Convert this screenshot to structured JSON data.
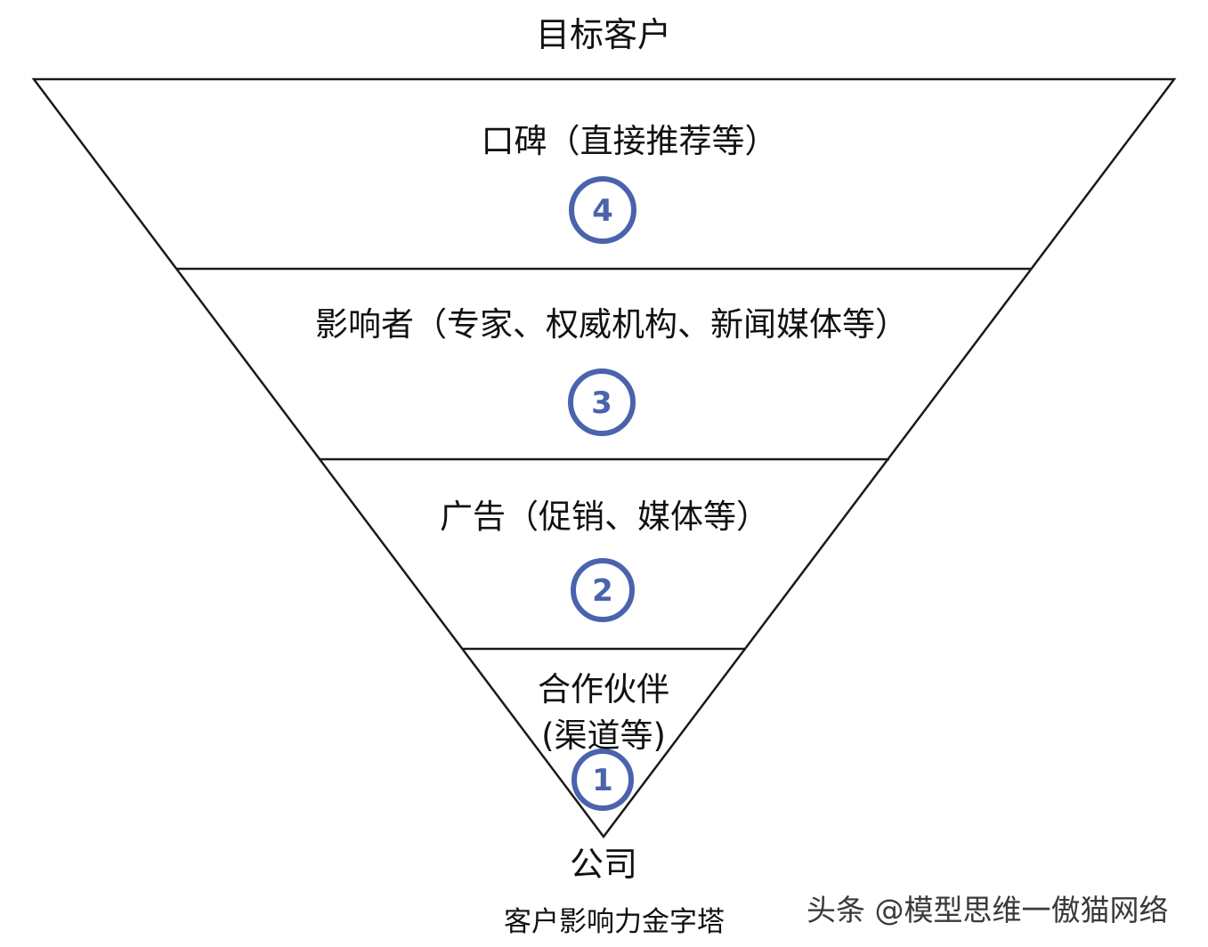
{
  "title": "目标客户",
  "layers": [
    {
      "label": "口碑（直接推荐等）",
      "badge": "4"
    },
    {
      "label": "影响者（专家、权威机构、新闻媒体等）",
      "badge": "3"
    },
    {
      "label": "广告（促销、媒体等）",
      "badge": "2"
    },
    {
      "label_line1": "合作伙伴",
      "label_line2": "(渠道等)",
      "badge": "1"
    }
  ],
  "bottom_label": "公司",
  "caption": "客户影响力金字塔",
  "watermark": "头条 @模型思维一傲猫网络",
  "colors": {
    "line": "#1a1a1a",
    "badge": "#4a63ad",
    "text": "#111111"
  }
}
